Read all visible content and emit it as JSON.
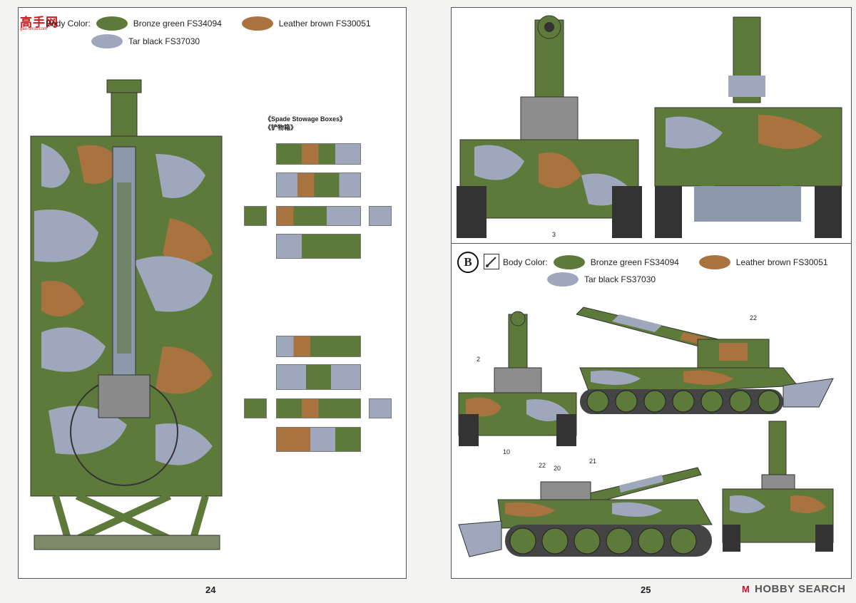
{
  "watermark": {
    "text": "高手网",
    "url": "gao-shou.com"
  },
  "left_page": {
    "page_number": "24",
    "legend": {
      "title": "Body Color:",
      "colors": [
        {
          "label": "Bronze green",
          "code": "FS34094",
          "hex": "#5e7a3a"
        },
        {
          "label": "Leather brown",
          "code": "FS30051",
          "hex": "#a8733e"
        },
        {
          "label": "Tar black",
          "code": "FS37030",
          "hex": "#9ea7bc"
        }
      ]
    },
    "stowage_title_en": "《Spade Stowage Boxes》",
    "stowage_title_zh": "《铲物箱》"
  },
  "right_page": {
    "page_number": "25",
    "top_callout": "3",
    "scheme_badge": "B",
    "legend": {
      "title": "Body Color:",
      "colors": [
        {
          "label": "Bronze green",
          "code": "FS34094",
          "hex": "#5e7a3a"
        },
        {
          "label": "Leather brown",
          "code": "FS30051",
          "hex": "#a8733e"
        },
        {
          "label": "Tar black",
          "code": "FS37030",
          "hex": "#9ea7bc"
        }
      ]
    },
    "callouts": {
      "c2": "2",
      "c10": "10",
      "c22a": "22",
      "c22b": "22",
      "c20": "20",
      "c21": "21"
    }
  },
  "site_logo": {
    "mark": "M",
    "text": "HOBBY SEARCH"
  }
}
